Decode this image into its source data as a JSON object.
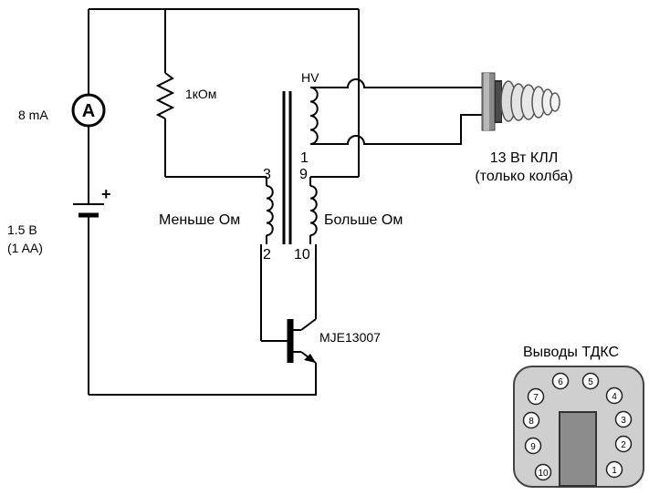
{
  "labels": {
    "meter_current": "8 mA",
    "meter_symbol": "A",
    "battery_voltage": "1.5 В",
    "battery_cell": "(1 AA)",
    "battery_plus": "+",
    "resistor": "1кОм",
    "hv": "HV",
    "pin3": "3",
    "pin2": "2",
    "pin1": "1",
    "pin9": "9",
    "pin10": "10",
    "fewer_turns": "Меньше Ом",
    "more_turns": "Больше Ом",
    "transistor": "MJE13007",
    "lamp_line1": "13 Вт КЛЛ",
    "lamp_line2": "(только колба)"
  },
  "pinout": {
    "title": "Выводы ТДКС",
    "pins": [
      "1",
      "2",
      "3",
      "4",
      "5",
      "6",
      "7",
      "8",
      "9",
      "10"
    ]
  }
}
